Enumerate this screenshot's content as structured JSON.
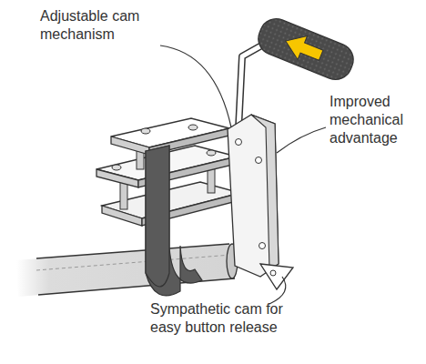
{
  "diagram": {
    "labels": [
      "Adjustable cam mechanism",
      "Improved mechanical advantage",
      "Sympathetic cam for easy button release"
    ]
  }
}
